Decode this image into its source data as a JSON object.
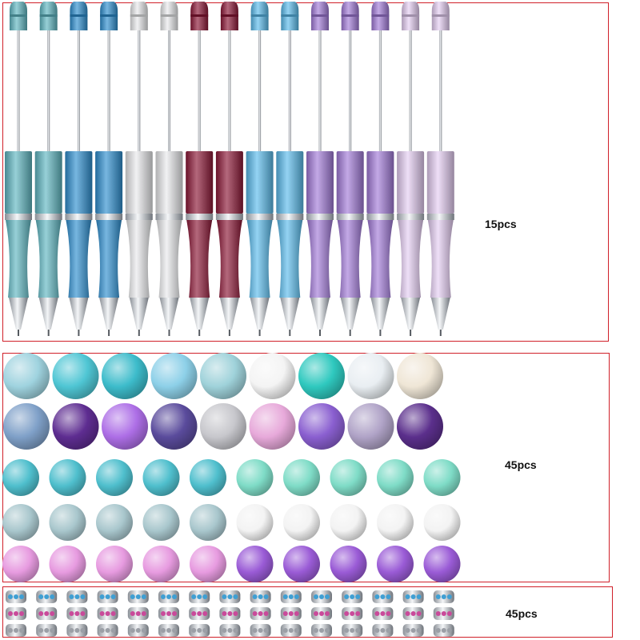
{
  "labels": {
    "pens_count": "15pcs",
    "beads_count": "45pcs",
    "spacers_count": "45pcs"
  },
  "pens": {
    "quantity": 15,
    "colors": [
      "#5fb7c2",
      "#5fb7c2",
      "#2e8fd0",
      "#2e8fd0",
      "#e9eaec",
      "#e9eaec",
      "#8c1736",
      "#8c1736",
      "#5bbbec",
      "#5bbbec",
      "#a27bd9",
      "#a27bd9",
      "#a27bd9",
      "#e5cdf3",
      "#e5cdf3"
    ]
  },
  "beads": {
    "rows": [
      [
        "#9fd3df",
        "#4fc6d4",
        "#3dbccb",
        "#8dd0e8",
        "#9fd2da",
        "#f4f4f4",
        "#2fc9bf",
        "#e9eef2",
        "#efe6d6"
      ],
      [
        "#7fa0c8",
        "#5e2d91",
        "#ad6ee6",
        "#5a4b9c",
        "#c7c7cc",
        "#e7a9da",
        "#8a5fd0",
        "#b0a3c7",
        "#5b2f8c"
      ],
      [
        "#4fbfcd",
        "#4fbfcd",
        "#4fbfcd",
        "#4fbfcd",
        "#4fbfcd",
        "#7fdcc7",
        "#7fdcc7",
        "#7fdcc7",
        "#7fdcc7",
        "#7fdcc7"
      ],
      [
        "#a9c7cd",
        "#a9c7cd",
        "#a9c7cd",
        "#a9c7cd",
        "#a9c7cd",
        "#f3f3f3",
        "#f3f3f3",
        "#f3f3f3",
        "#f3f3f3",
        "#f3f3f3"
      ],
      [
        "#e79be0",
        "#e79be0",
        "#e79be0",
        "#e79be0",
        "#e79be0",
        "#9a5bd6",
        "#9a5bd6",
        "#9a5bd6",
        "#9a5bd6",
        "#9a5bd6"
      ]
    ]
  },
  "spacers": {
    "quantity": 45,
    "row_colors": [
      "#3f9fd3",
      "#c94a9a",
      "#9b9fa6"
    ]
  }
}
